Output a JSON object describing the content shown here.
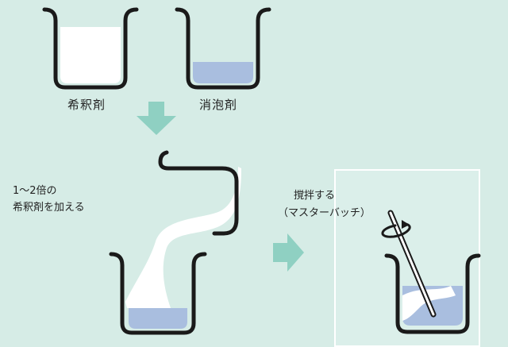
{
  "labels": {
    "beaker1": "希釈剤",
    "beaker2": "消泡剤",
    "add_line1": "1～2倍の",
    "add_line2": "希釈剤を加える",
    "stir_line1": "撹拌する",
    "stir_line2": "（マスターバッチ）"
  },
  "colors": {
    "background": "#d6ece6",
    "beaker_outline": "#1a1a1a",
    "liquid_white": "#ffffff",
    "liquid_blue": "#a9bedf",
    "arrow": "#8fd0c2"
  }
}
